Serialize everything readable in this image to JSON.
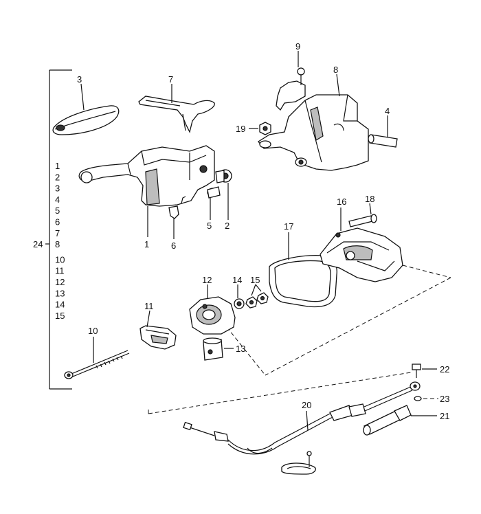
{
  "labels": {
    "l1": "1",
    "l2": "2",
    "l3": "3",
    "l4": "4",
    "l5": "5",
    "l6": "6",
    "l7": "7",
    "l8": "8",
    "l9": "9",
    "l10": "10",
    "l11": "11",
    "l12": "12",
    "l13": "13",
    "l14": "14",
    "l15": "15",
    "l16": "16",
    "l17": "17",
    "l18": "18",
    "l19": "19",
    "l20": "20",
    "l21": "21",
    "l22": "22",
    "l23": "23",
    "l24": "24"
  },
  "side_list": [
    "1",
    "2",
    "3",
    "4",
    "5",
    "6",
    "7",
    "8",
    "10",
    "11",
    "12",
    "13",
    "14",
    "15"
  ]
}
